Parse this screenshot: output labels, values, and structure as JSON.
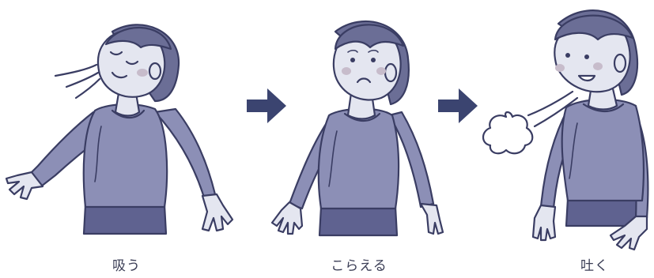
{
  "steps": [
    {
      "label": "吸う"
    },
    {
      "label": "こらえる"
    },
    {
      "label": "吐く"
    }
  ],
  "colors": {
    "outline": "#3a3d63",
    "skin": "#e4e6f0",
    "hair": "#6b6e96",
    "shirt": "#8c8fb6",
    "pants": "#5f6290",
    "cheek": "#c7bccb",
    "arrow": "#3b4470",
    "caption": "#3a3d55"
  },
  "icons": [
    "inhale-figure",
    "arrow-right-icon",
    "hold-breath-figure",
    "arrow-right-icon",
    "exhale-figure"
  ]
}
